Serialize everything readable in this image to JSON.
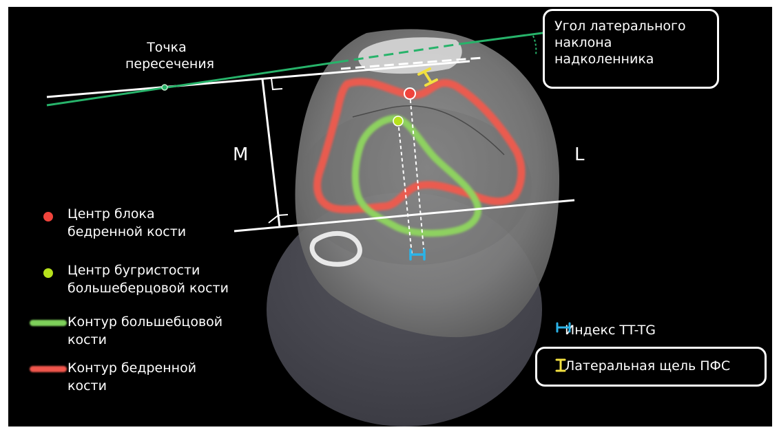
{
  "figure": {
    "intersection_point_label": "Точка\nпересечения",
    "tilt_angle_label": "Угол латерального\nнаклона\nнадколенника",
    "medial_label": "M",
    "lateral_label": "L",
    "legend": [
      {
        "id": "trochlea-center",
        "text": "Центр блока\nбедренной кости",
        "symbol": "dot",
        "color": "#f0443c"
      },
      {
        "id": "tuberosity-center",
        "text": "Центр бугристости\nбольшеберцовой кости",
        "symbol": "dot",
        "color": "#b6e11c"
      },
      {
        "id": "tibia-contour",
        "text": "Контур большебцовой\nкости",
        "symbol": "stroke",
        "color": "#7ed05a"
      },
      {
        "id": "femur-contour",
        "text": "Контур бедренной\nкости",
        "symbol": "stroke",
        "color": "#f0564c"
      }
    ],
    "tt_tg_index_label": "Индекс TT-TG",
    "lateral_gap_label": "Латеральная щель ПФС",
    "colors": {
      "trochlea_dot": "#f0443c",
      "tuberosity_dot": "#b6e11c",
      "femur_contour": "#f05a4e",
      "tibia_contour": "#8fd65f",
      "tangent_line": "#27b36a",
      "tt_tg_marker": "#2bb3e8",
      "gap_marker": "#f2e040"
    }
  }
}
